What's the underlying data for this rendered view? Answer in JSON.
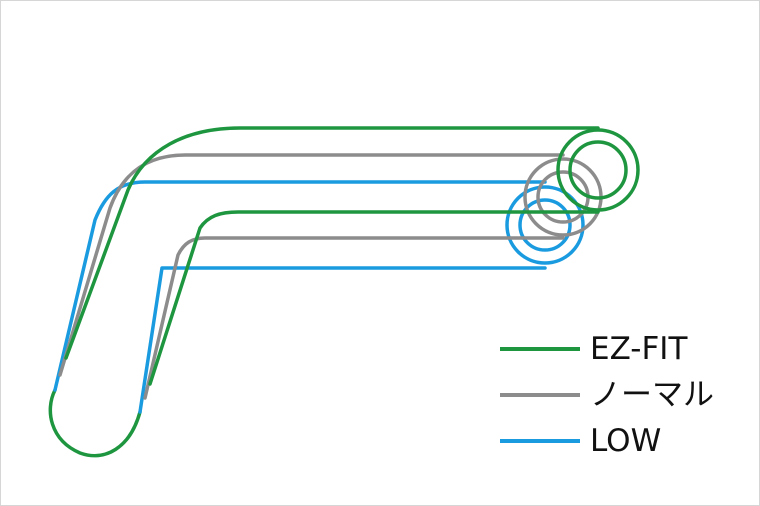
{
  "colors": {
    "ezfit": "#1e9640",
    "normal": "#8c8c8c",
    "low": "#1a9be0",
    "background": "#ffffff",
    "border": "#d6d6d6"
  },
  "legend": [
    {
      "label": "EZ-FIT",
      "color": "#1e9640"
    },
    {
      "label": "ノーマル",
      "color": "#8c8c8c"
    },
    {
      "label": "LOW",
      "color": "#1a9be0"
    }
  ]
}
